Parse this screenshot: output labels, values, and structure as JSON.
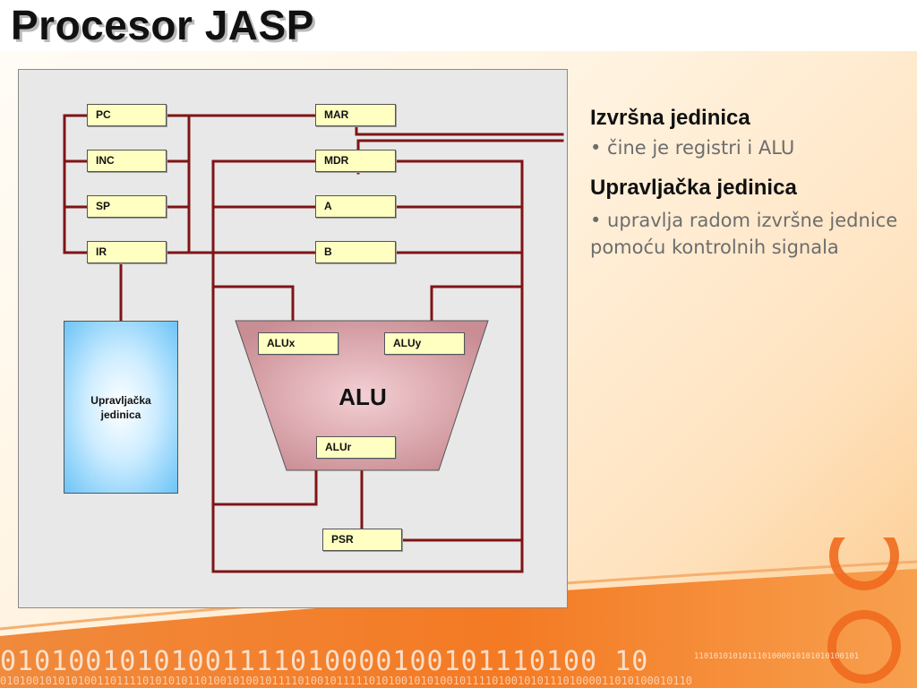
{
  "slide": {
    "title": "Procesor JASP"
  },
  "diagram": {
    "registers_left": [
      "PC",
      "INC",
      "SP",
      "IR"
    ],
    "registers_right": [
      "MAR",
      "MDR",
      "A",
      "B"
    ],
    "alu": {
      "label": "ALU",
      "inputs": [
        "ALUx",
        "ALUy"
      ],
      "output": "ALUr"
    },
    "psr": "PSR",
    "control_unit": "Upravljačka jedinica",
    "colors": {
      "wire": "#7f1416",
      "register_fill": "#ffffc2",
      "panel_fill": "#e8e8e8",
      "alu_fill": "#d9a0a6",
      "control_unit_fill": "#6cc4f7"
    }
  },
  "text": {
    "exec_heading": "Izvršna jedinica",
    "exec_bullet": "• čine je registri i ALU",
    "ctrl_heading": "Upravljačka jedinica",
    "ctrl_bullet": "• upravlja radom izvršne jednice pomoću kontrolnih signala"
  },
  "decoration": {
    "binary_line_1": "01010010101001111010000100101110100 10",
    "binary_line_2": "01010010101010011011110101010110100101001011110100101111101010010101001011110100101011101000011010100010110",
    "binary_line_3": "1101010101011101000010101010100101"
  }
}
